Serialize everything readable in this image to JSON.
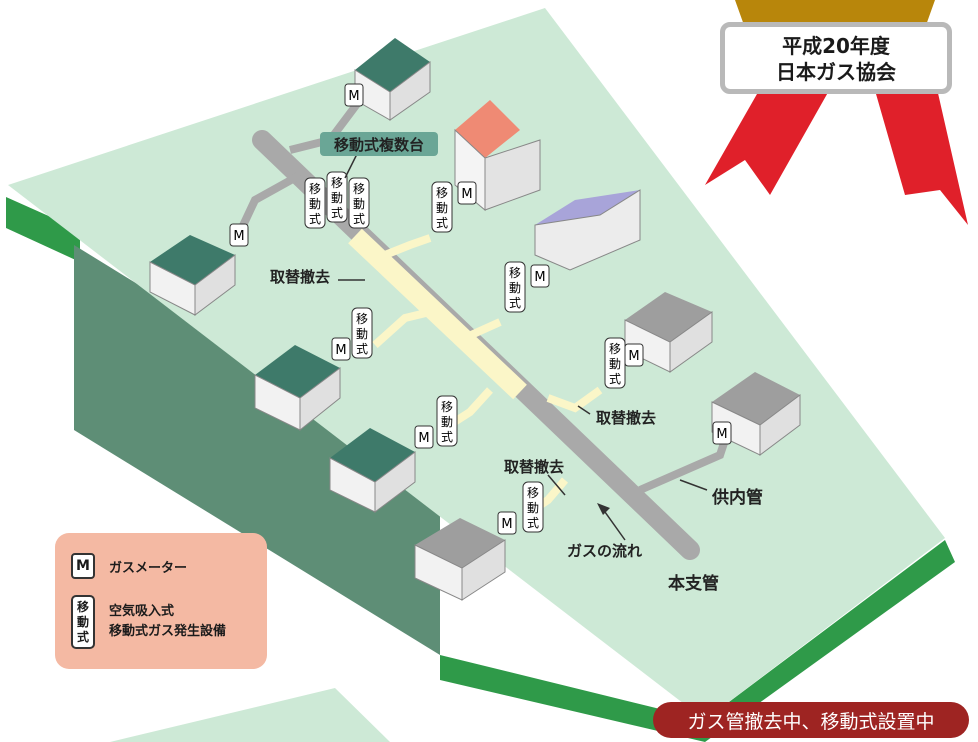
{
  "award": {
    "line1": "平成20年度",
    "line2": "日本ガス協会"
  },
  "labels": {
    "mobile_multi": "移動式複数台",
    "replace_removed_1": "取替撤去",
    "replace_removed_2": "取替撤去",
    "replace_removed_3": "取替撤去",
    "house_pipe": "供内管",
    "gas_flow": "ガスの流れ",
    "main_pipe": "本支管"
  },
  "meter_glyph": "M",
  "mobile_glyph": [
    "移",
    "動",
    "式"
  ],
  "legend": {
    "meter_label": "ガスメーター",
    "mobile_line1": "空気吸入式",
    "mobile_line2": "移動式ガス発生設備"
  },
  "status_badge": "ガス管撤去中、移動式設置中",
  "colors": {
    "ground": "#cde9d6",
    "ground_edge": "#2f9a49",
    "pipe": "#a9a9a9",
    "removed_pipe": "#fbf6c8",
    "legend_bg": "#f4b9a3",
    "ribbon": "#e0202a",
    "badge": "#9e2422"
  }
}
